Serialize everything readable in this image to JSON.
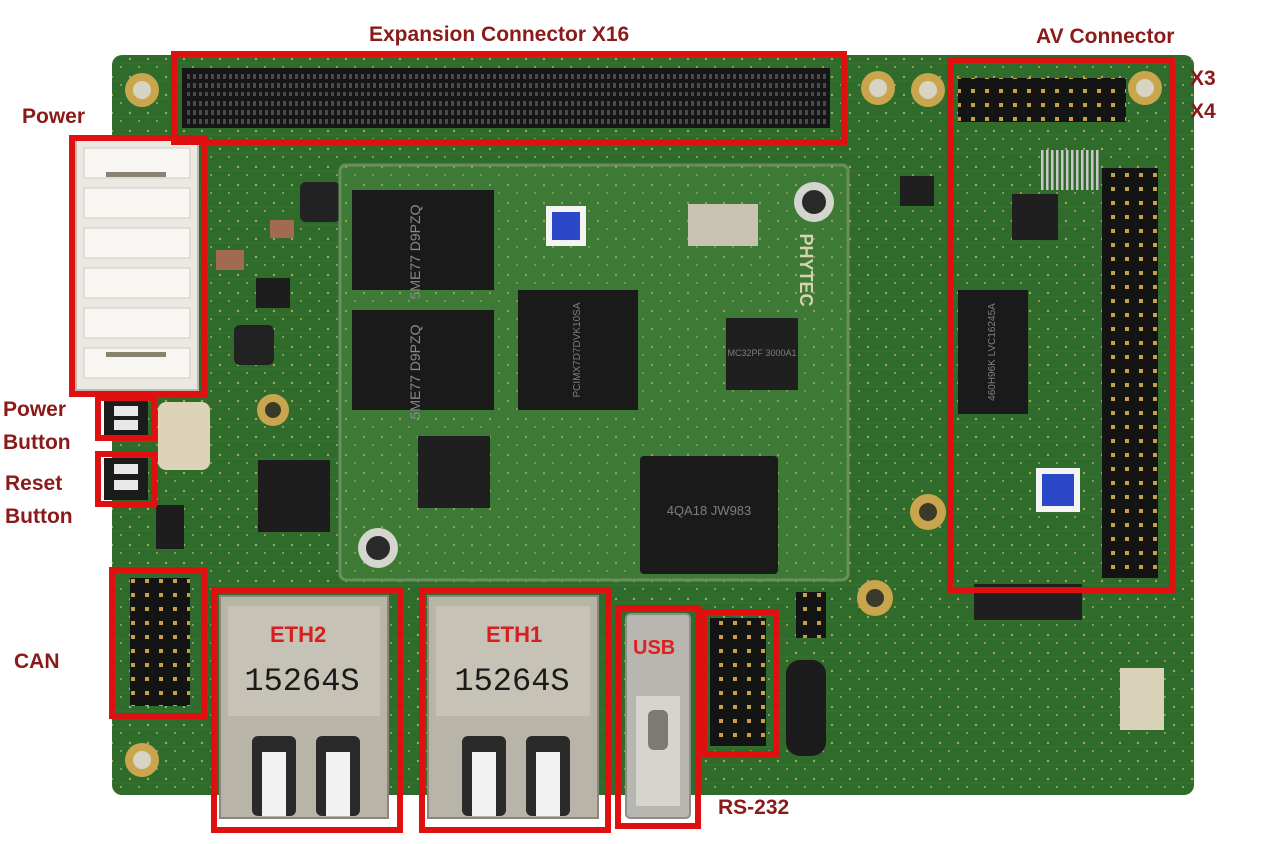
{
  "colors": {
    "pcb_green": "#2f6b2a",
    "som_green": "#3d7a36",
    "highlight_red": "#e01010",
    "label_dark_red": "#8b1a1a",
    "connector_white": "#ece9e2",
    "rj45_metal": "#b9b4a8",
    "chip_black": "#1a1a1a"
  },
  "labels": {
    "expansion": "Expansion Connector X16",
    "av": "AV Connector",
    "x3": "X3",
    "x4": "X4",
    "power": "Power",
    "power_button": "Power Button",
    "reset_button": "Reset Button",
    "can": "CAN",
    "eth2": "ETH2",
    "eth1": "ETH1",
    "usb": "USB",
    "rs232": "RS-232"
  },
  "rj45_marking": "15264S",
  "chip_markings": {
    "ram1": "5ME77 D9PZQ",
    "ram2": "5ME77 D9PZQ",
    "cpu": "PCIMX7D7DVK10SA",
    "pmic": "MC32PF 3000A1",
    "emmc": "4QA18 JW983",
    "brand": "PHYTEC",
    "transceiver": "460H96K LVC16245A"
  }
}
